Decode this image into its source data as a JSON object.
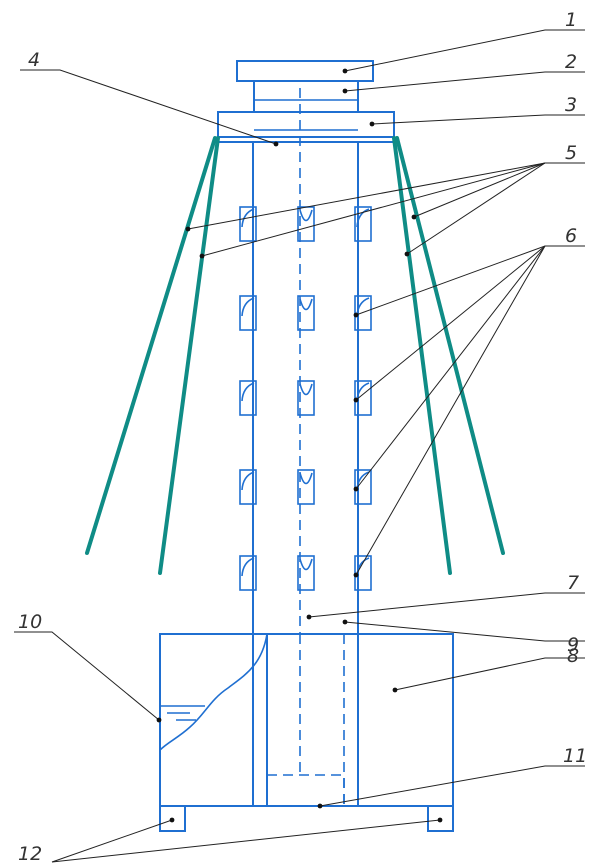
{
  "callouts": {
    "c1": "1",
    "c2": "2",
    "c3": "3",
    "c4": "4",
    "c5": "5",
    "c6": "6",
    "c7": "7",
    "c8": "8",
    "c9": "9",
    "c10": "10",
    "c11": "11",
    "c12": "12"
  },
  "colors": {
    "structure": "#1f6fd1",
    "lamps": "#0f8c86",
    "leaders": "#222222"
  }
}
